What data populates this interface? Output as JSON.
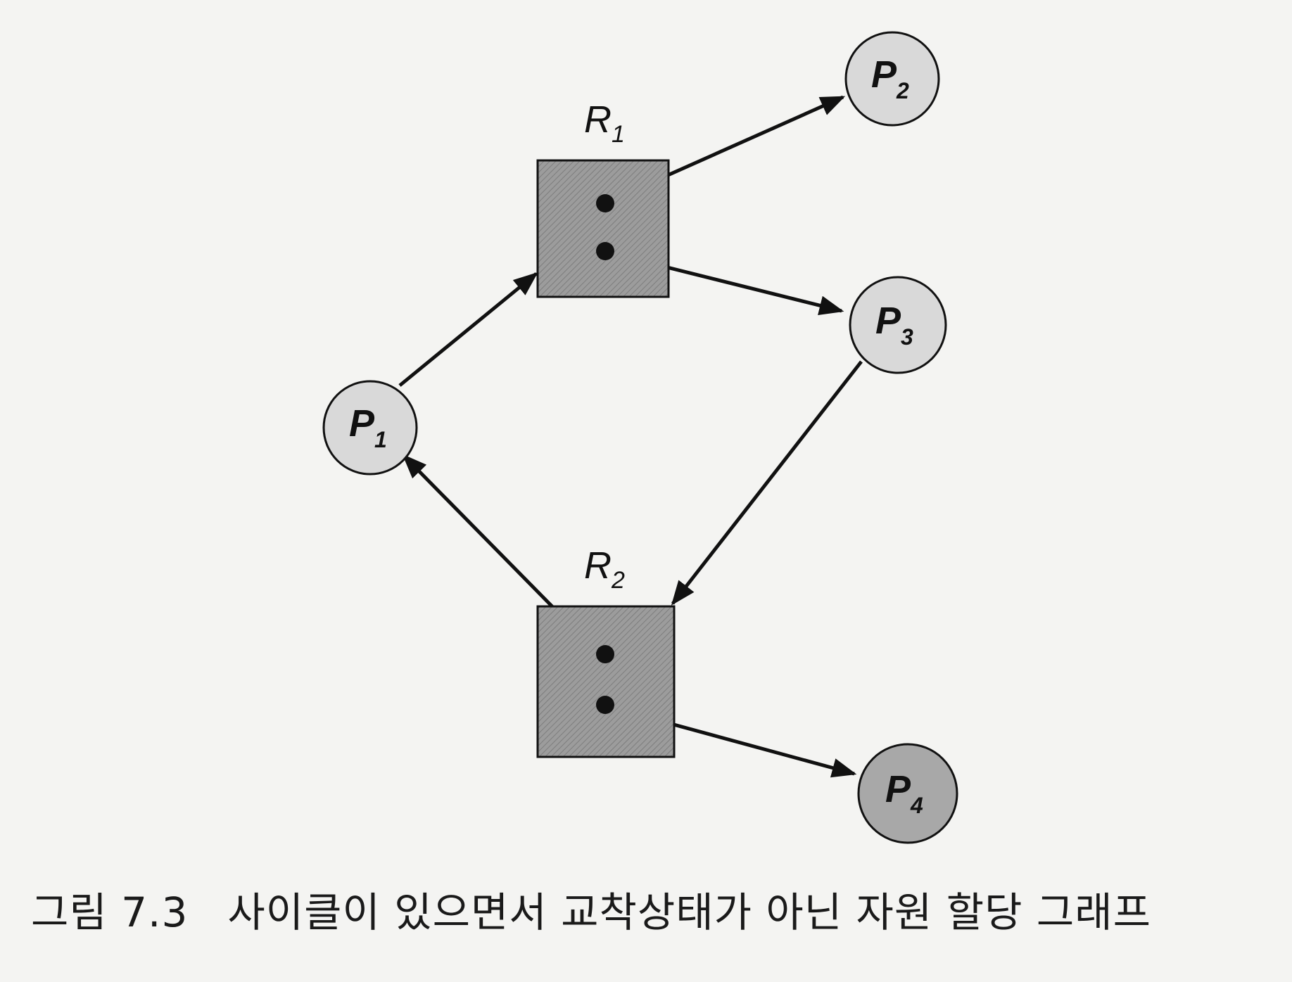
{
  "caption": {
    "figure_number": "그림 7.3",
    "text": "사이클이 있으면서 교착상태가 아닌 자원 할당 그래프"
  },
  "colors": {
    "process_fill": "#d9d9d9",
    "process_dark_fill": "#a8a8a8",
    "resource_fill": "#9a9a9a",
    "ink": "#111111"
  },
  "processes": [
    {
      "id": "P1",
      "base": "P",
      "sub": "1"
    },
    {
      "id": "P2",
      "base": "P",
      "sub": "2"
    },
    {
      "id": "P3",
      "base": "P",
      "sub": "3"
    },
    {
      "id": "P4",
      "base": "P",
      "sub": "4"
    }
  ],
  "resources": [
    {
      "id": "R1",
      "base": "R",
      "sub": "1",
      "instances": 2
    },
    {
      "id": "R2",
      "base": "R",
      "sub": "2",
      "instances": 2
    }
  ],
  "edges": [
    {
      "from": "P1",
      "to": "R1",
      "kind": "request"
    },
    {
      "from": "R1",
      "to": "P2",
      "kind": "assignment"
    },
    {
      "from": "R1",
      "to": "P3",
      "kind": "assignment"
    },
    {
      "from": "P3",
      "to": "R2",
      "kind": "request"
    },
    {
      "from": "R2",
      "to": "P1",
      "kind": "assignment"
    },
    {
      "from": "R2",
      "to": "P4",
      "kind": "assignment"
    }
  ]
}
